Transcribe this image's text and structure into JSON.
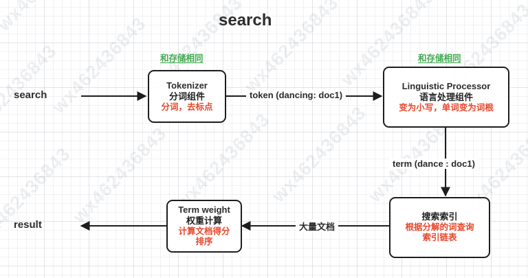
{
  "title": "search",
  "watermark": {
    "text": "wx462436843"
  },
  "endpoints": [
    {
      "name": "search-input-label",
      "label": "search"
    },
    {
      "name": "result-output-label",
      "label": "result"
    }
  ],
  "annotations": [
    {
      "name": "tokenizer-note",
      "label": "和存储相同"
    },
    {
      "name": "linguistic-processor-note",
      "label": "和存储相同"
    }
  ],
  "nodes": [
    {
      "id": "tokenizer",
      "en": "Tokenizer",
      "cn": "分词组件",
      "red": "分词，去标点"
    },
    {
      "id": "linguistic-processor",
      "en": "Linguistic Processor",
      "cn": "语言处理组件",
      "red": "变为小写，单词变为词根"
    },
    {
      "id": "search-index",
      "cn": "搜索索引",
      "red1": "根据分解的词查询",
      "red2": "索引链表"
    },
    {
      "id": "term-weight",
      "en": "Term weight",
      "cn": "权重计算",
      "red1": "计算文档得分",
      "red2": "排序"
    }
  ],
  "edges": [
    {
      "name": "edge-search-to-tokenizer",
      "label": ""
    },
    {
      "name": "edge-tokenizer-to-lp",
      "label": "token  (dancing:  doc1)"
    },
    {
      "name": "edge-lp-to-index",
      "label": "term  (dance : doc1)"
    },
    {
      "name": "edge-index-to-termweight",
      "label": "大量文档"
    },
    {
      "name": "edge-termweight-to-result",
      "label": ""
    }
  ],
  "colors": {
    "red": "#e8472b",
    "green": "#3faa4f",
    "stroke": "#1d1d1d",
    "text": "#2b2b2b"
  }
}
